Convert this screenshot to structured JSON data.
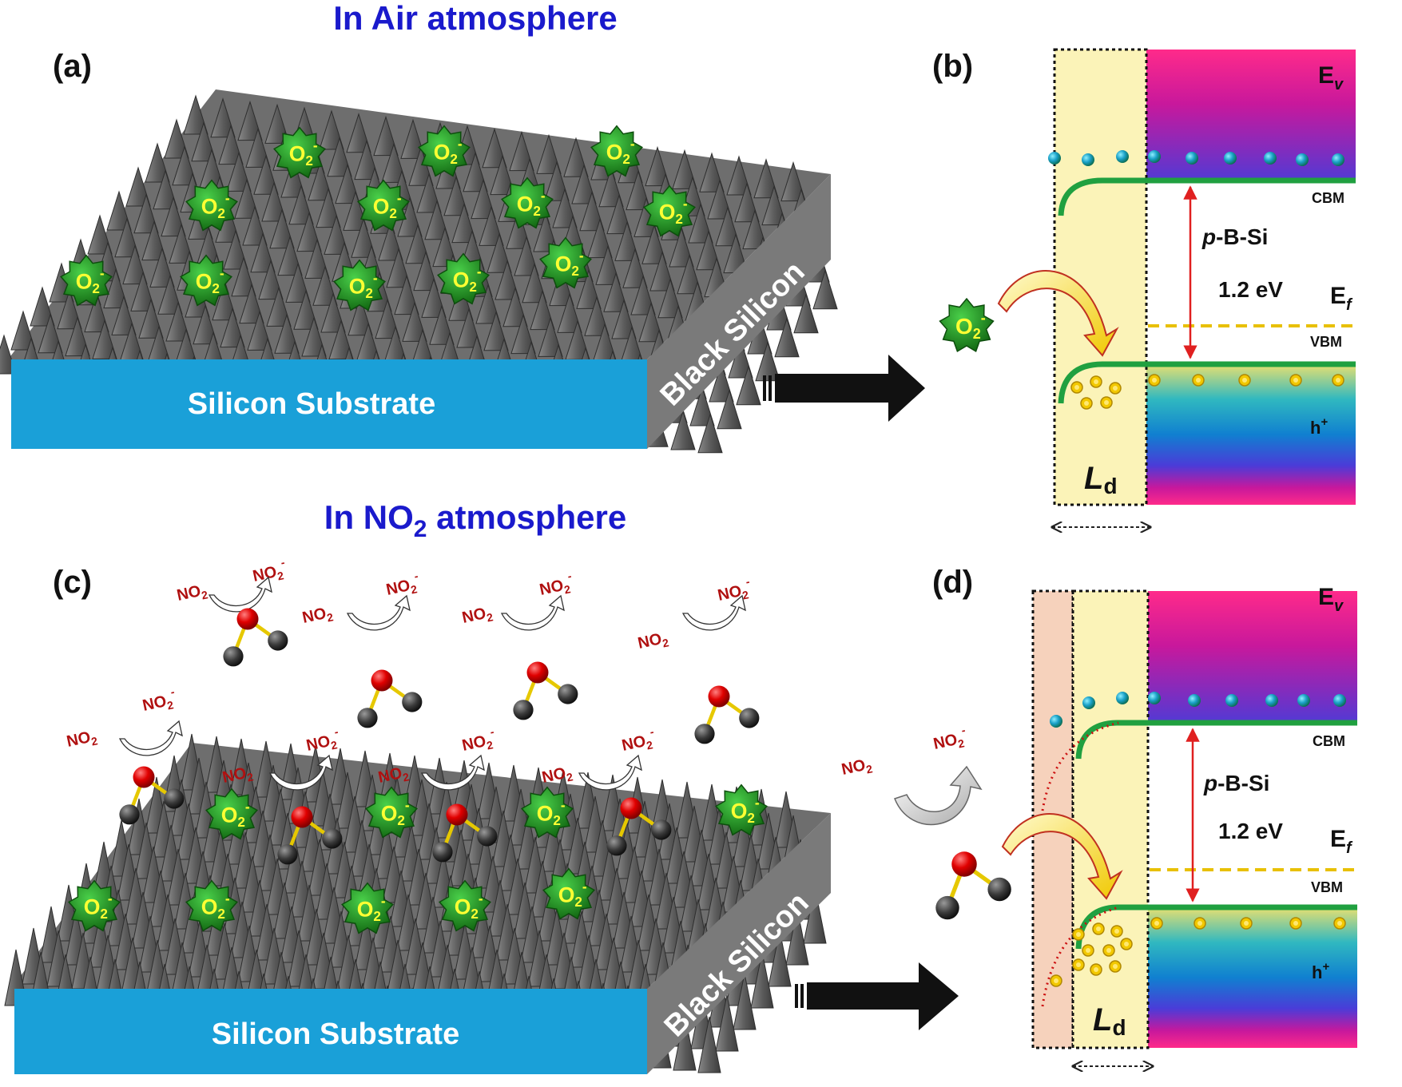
{
  "top": {
    "heading": "In Air atmosphere",
    "label_a": "(a)",
    "label_b": "(b)",
    "substrate": "Silicon Substrate",
    "black_si": "Black Silicon"
  },
  "bottom": {
    "heading_pre": "In NO",
    "heading_sub": "2",
    "heading_post": " atmosphere",
    "label_c": "(c)",
    "label_d": "(d)",
    "substrate": "Silicon Substrate",
    "black_si": "Black Silicon"
  },
  "species": {
    "o2_main": "O",
    "o2_sub": "2",
    "o2_sup": "-",
    "no2_main": "NO",
    "no2_sub": "2",
    "no2_sup": "-"
  },
  "band": {
    "ev": "E",
    "ev_sub": "v",
    "ef": "E",
    "ef_sub": "f",
    "cbm": "CBM",
    "vbm": "VBM",
    "material_p": "p",
    "material_rest": "-B-Si",
    "gap": "1.2 eV",
    "hole": "h",
    "hole_sup": "+",
    "ld": "L",
    "ld_sub": "d"
  },
  "colors": {
    "heading": "#1a1acc",
    "substrate": "#1aa0d8",
    "o2_star": "#1e8a1e",
    "o2_text": "#ffff33",
    "no2_text": "#b01010",
    "band_line": "#20a040",
    "fermi": "#e8c000",
    "gap_arrow": "#e02020",
    "depletion": "#fbf3b8",
    "depletion_extra": "#f6d2bc"
  },
  "icons": [
    "o2-ion-icon",
    "no2-molecule-icon",
    "electron-icon",
    "hole-icon",
    "block-arrow-icon",
    "curved-arrow-icon"
  ]
}
